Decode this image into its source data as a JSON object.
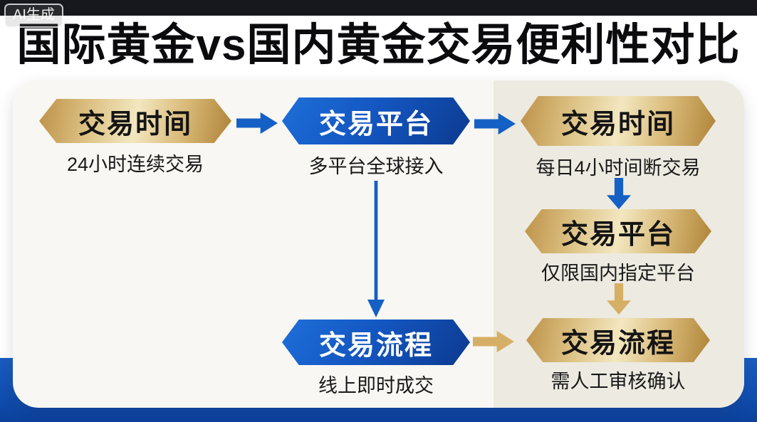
{
  "watermark": {
    "label": "AI生成"
  },
  "title": "国际黄金vs国内黄金交易便利性对比",
  "colors": {
    "top_bar": "#16181d",
    "footer_blue": "#1150b2",
    "card_bg": "#f8f7f3",
    "domestic_panel_bg": "#edeae1",
    "gold_badge_dark": "#bd9148",
    "gold_badge_light": "#f3e7c0",
    "blue_badge_bright": "#1e6fd9",
    "blue_badge_dark": "#0c3a90",
    "arrow_blue": "#1560c4",
    "arrow_gold": "#d6af66"
  },
  "international": {
    "time": {
      "label": "交易时间",
      "desc": "24小时连续交易"
    },
    "platform": {
      "label": "交易平台",
      "desc": "多平台全球接入"
    },
    "process": {
      "label": "交易流程",
      "desc": "线上即时成交"
    }
  },
  "domestic": {
    "time": {
      "label": "交易时间",
      "desc": "每日4小时间断交易"
    },
    "platform": {
      "label": "交易平台",
      "desc": "仅限国内指定平台"
    },
    "process": {
      "label": "交易流程",
      "desc": "需人工审核确认"
    }
  }
}
